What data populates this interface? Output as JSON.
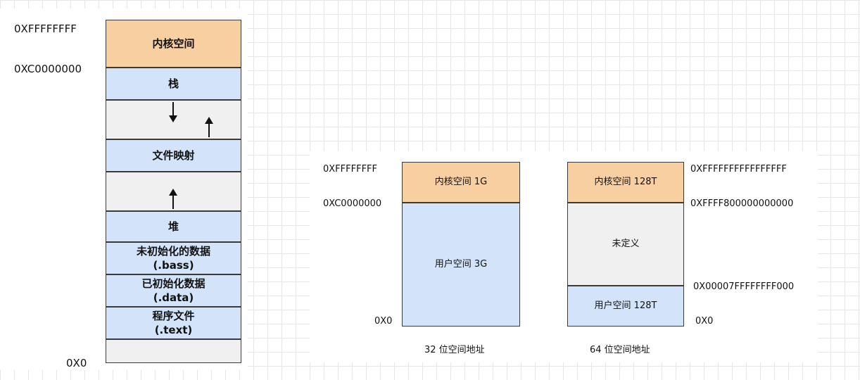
{
  "left_layout": {
    "address_labels": {
      "top": "0XFFFFFFFF",
      "kernel_boundary": "0XC0000000",
      "bottom": "0X0"
    },
    "segments": {
      "kernel": "内核空间",
      "stack": "栈",
      "mmap": "文件映射",
      "heap": "堆",
      "bss": {
        "name": "未初始化的数据",
        "section": "(.bass)"
      },
      "data": {
        "name": "已初始化数据",
        "section": "(.data)"
      },
      "text": {
        "name": "程序文件",
        "section": "(.text)"
      }
    }
  },
  "layout_32": {
    "address_labels": {
      "top": "0XFFFFFFFF",
      "boundary": "0XC0000000",
      "bottom": "0X0"
    },
    "kernel": "内核空间 1G",
    "user": "用户空间 3G",
    "caption": "32 位空间地址"
  },
  "layout_64": {
    "address_labels": {
      "top": "0XFFFFFFFFFFFFFFFF",
      "kernel_start": "0XFFFF800000000000",
      "user_end": "0X00007FFFFFFFF000",
      "bottom": "0X0"
    },
    "kernel": "内核空间 128T",
    "undefined": "未定义",
    "user": "用户空间 128T",
    "caption": "64 位空间地址"
  },
  "colors": {
    "kernel": "#f8cfa0",
    "user": "#d2e3fa",
    "free": "#f0f0f0"
  }
}
